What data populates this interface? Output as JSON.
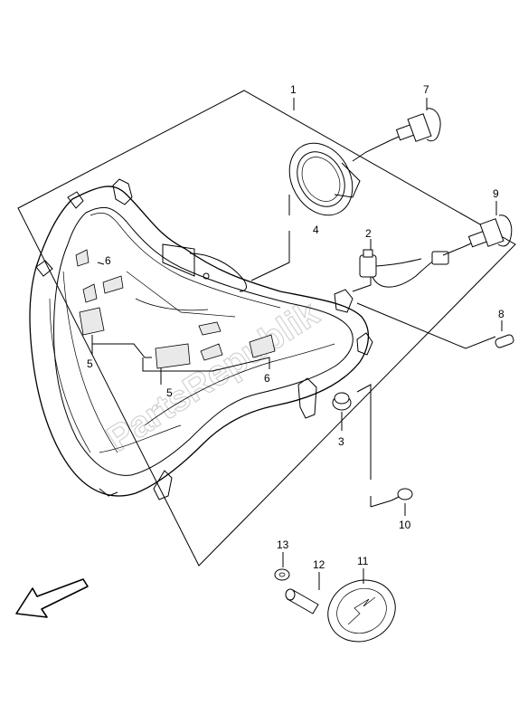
{
  "watermark": "PartsRepublik",
  "callouts": {
    "c1": "1",
    "c2": "2",
    "c3": "3",
    "c4": "4",
    "c5a": "5",
    "c5b": "5",
    "c6a": "6",
    "c6b": "6",
    "c7": "7",
    "c8": "8",
    "c9": "9",
    "c10": "10",
    "c11": "11",
    "c12": "12",
    "c13": "13"
  },
  "icons": {
    "front_arrow": "front-direction-arrow-icon"
  }
}
